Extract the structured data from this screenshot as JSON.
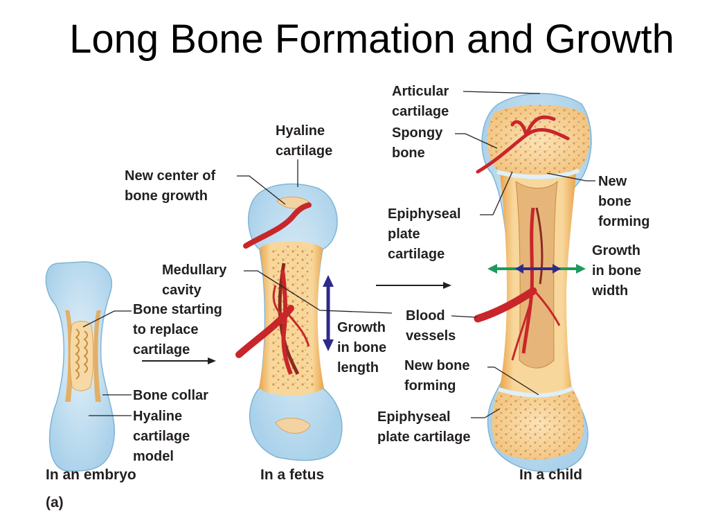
{
  "title": "Long Bone Formation and Growth",
  "labels": {
    "new_center_of_bone_growth": [
      "New center of",
      "bone growth"
    ],
    "hyaline_cartilage_top": [
      "Hyaline",
      "cartilage"
    ],
    "medullary_cavity": [
      "Medullary",
      "cavity"
    ],
    "bone_starting_to_replace": [
      "Bone starting",
      "to replace",
      "cartilage"
    ],
    "bone_collar": "Bone collar",
    "hyaline_cartilage_model": [
      "Hyaline",
      "cartilage",
      "model"
    ],
    "growth_in_bone_length": [
      "Growth",
      "in bone",
      "length"
    ],
    "articular_cartilage": [
      "Articular",
      "cartilage"
    ],
    "spongy_bone": [
      "Spongy",
      "bone"
    ],
    "epiphyseal_plate_cartilage": [
      "Epiphyseal",
      "plate",
      "cartilage"
    ],
    "new_bone_forming_right": [
      "New",
      "bone",
      "forming"
    ],
    "growth_in_bone_width": [
      "Growth",
      "in bone",
      "width"
    ],
    "blood_vessels": [
      "Blood",
      "vessels"
    ],
    "new_bone_forming_lower": [
      "New bone",
      "forming"
    ],
    "epiphyseal_plate_cartilage_lower": [
      "Epiphyseal",
      "plate cartilage"
    ]
  },
  "captions": {
    "embryo": "In an embryo",
    "fetus": "In a fetus",
    "child": "In a child",
    "panel": "(a)"
  },
  "colors": {
    "cartilage": "#bcdcef",
    "bone": "#f3c98c",
    "vessel": "#c8262a",
    "length_arrow": "#2e2a8a",
    "width_arrow": "#1b9a5c"
  }
}
